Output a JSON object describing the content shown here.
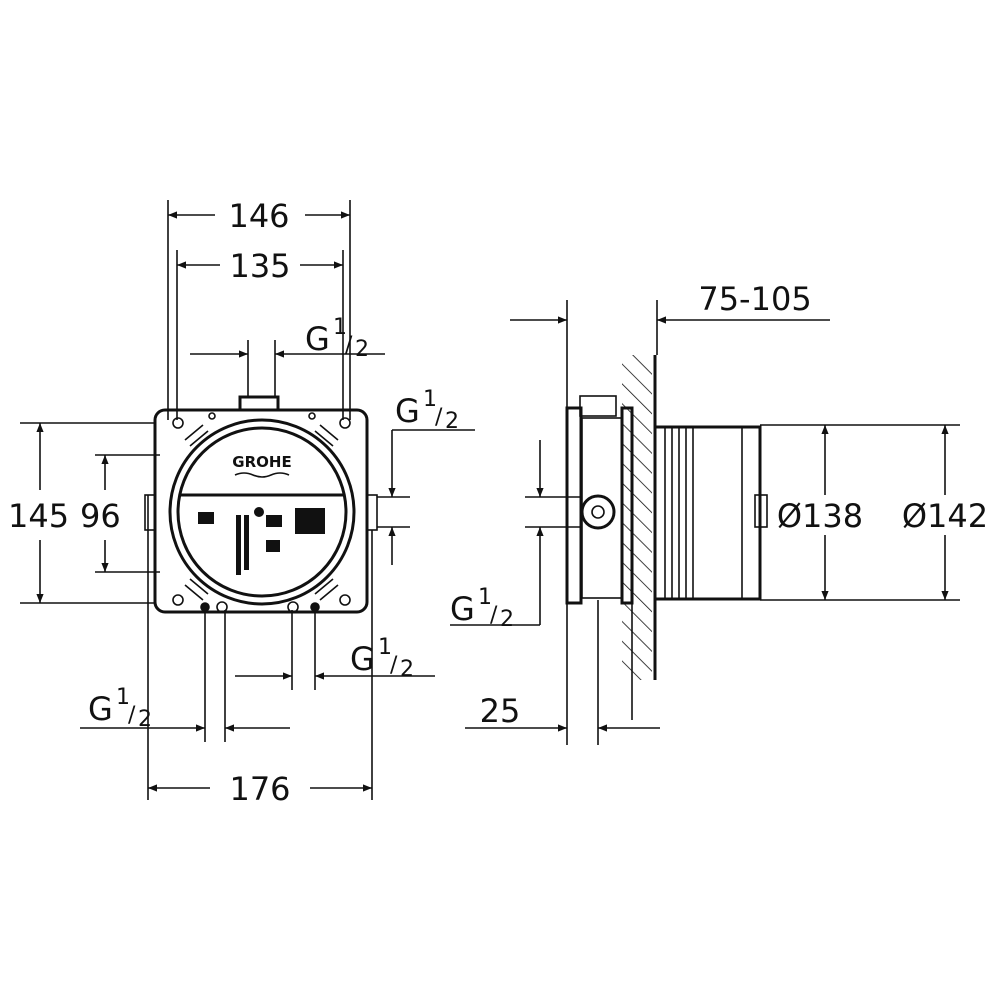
{
  "front_view": {
    "logo": "GROHE",
    "dims": {
      "width_outer": "146",
      "width_inner": "135",
      "height_outer": "145",
      "height_inner": "96",
      "width_total": "176"
    },
    "thread_top": {
      "prefix": "G",
      "num": "1",
      "den": "2"
    },
    "thread_right": {
      "prefix": "G",
      "num": "1",
      "den": "2"
    },
    "thread_bottom_left": {
      "prefix": "G",
      "num": "1",
      "den": "2"
    },
    "thread_bottom_right": {
      "prefix": "G",
      "num": "1",
      "den": "2"
    }
  },
  "side_view": {
    "dims": {
      "depth_range": "75-105",
      "dia_inner": "Ø138",
      "dia_outer": "Ø142",
      "plate": "25"
    },
    "thread_side": {
      "prefix": "G",
      "num": "1",
      "den": "2"
    }
  }
}
